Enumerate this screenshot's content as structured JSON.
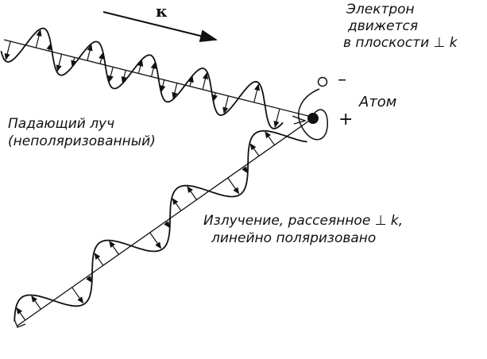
{
  "labels": {
    "wave_vector": "к",
    "electron_line1": "Электрон",
    "electron_line2": "движется",
    "electron_line3": "в плоскости ⊥ k",
    "atom": "Атом",
    "minus": "–",
    "plus": "+",
    "incident_line1": "Падающий луч",
    "incident_line2": "(неполяризованный)",
    "scattered_line1": "Излучение, рассеянное ⊥ k,",
    "scattered_line2": "линейно поляризовано"
  },
  "colors": {
    "ink": "#111111",
    "background": "#ffffff"
  }
}
